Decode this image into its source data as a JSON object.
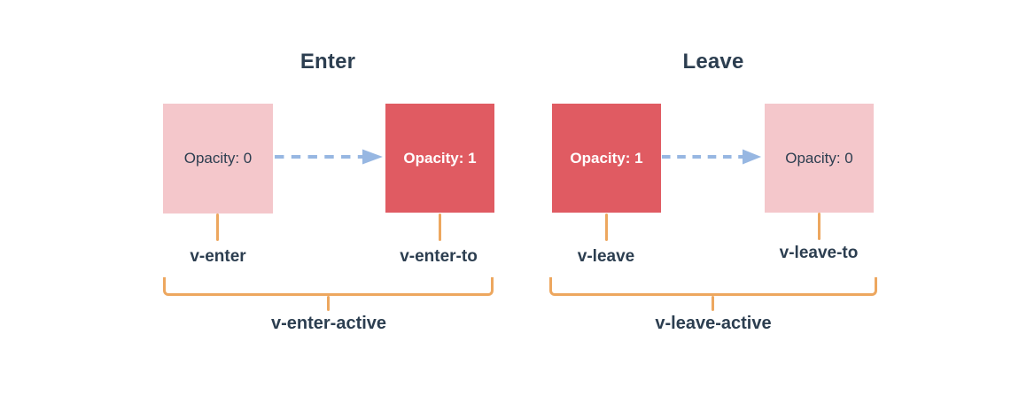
{
  "colors": {
    "background": "#ffffff",
    "text_dark": "#2c3e50",
    "box_pink": "#f4c7cb",
    "box_red": "#e05b62",
    "box_text_light": "#ffffff",
    "arrow_blue": "#97b7e2",
    "bracket_orange": "#eda75f"
  },
  "icons": {
    "transition_arrow": "dashed-right-arrow"
  },
  "sections": [
    {
      "id": "enter",
      "title": "Enter",
      "start_box": "Opacity: 0",
      "end_box": "Opacity: 1",
      "start_class": "v-enter",
      "end_class": "v-enter-to",
      "active_class": "v-enter-active"
    },
    {
      "id": "leave",
      "title": "Leave",
      "start_box": "Opacity: 1",
      "end_box": "Opacity: 0",
      "start_class": "v-leave",
      "end_class": "v-leave-to",
      "active_class": "v-leave-active"
    }
  ]
}
